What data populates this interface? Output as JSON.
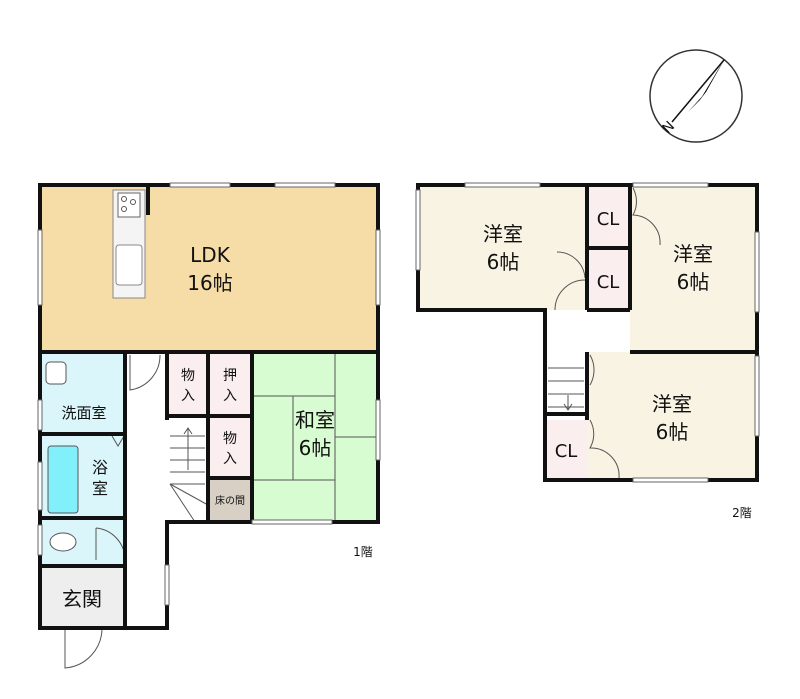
{
  "colors": {
    "ldk": "#f6dca6",
    "washitsu": "#d8fcd2",
    "youshitsu": "#f8f3e3",
    "closet": "#fbeeee",
    "wet": "#dbf6fb",
    "bathtub": "#82f0fa",
    "tokonoma": "#d8d0c4",
    "genkan": "#eeeeee",
    "wall": "#111111"
  },
  "compass": {
    "north_label": "N",
    "icon": "compass-icon"
  },
  "floor1": {
    "label": "1階",
    "rooms": {
      "ldk": {
        "name": "LDK",
        "size": "16帖"
      },
      "washitsu": {
        "name": "和室",
        "size": "6帖"
      },
      "senmenshitsu": {
        "name": "洗面室"
      },
      "yokushitsu": {
        "line1": "浴",
        "line2": "室"
      },
      "genkan": {
        "name": "玄関"
      },
      "storage1": {
        "line1": "物",
        "line2": "入"
      },
      "oshiire": {
        "line1": "押",
        "line2": "入"
      },
      "storage2": {
        "line1": "物",
        "line2": "入"
      },
      "tokonoma": {
        "name": "床の間"
      }
    }
  },
  "floor2": {
    "label": "2階",
    "rooms": {
      "youshitsu_left": {
        "name": "洋室",
        "size": "6帖"
      },
      "youshitsu_right": {
        "name": "洋室",
        "size": "6帖"
      },
      "youshitsu_bottom": {
        "name": "洋室",
        "size": "6帖"
      },
      "cl1": {
        "name": "CL"
      },
      "cl2": {
        "name": "CL"
      },
      "cl3": {
        "name": "CL"
      }
    }
  }
}
